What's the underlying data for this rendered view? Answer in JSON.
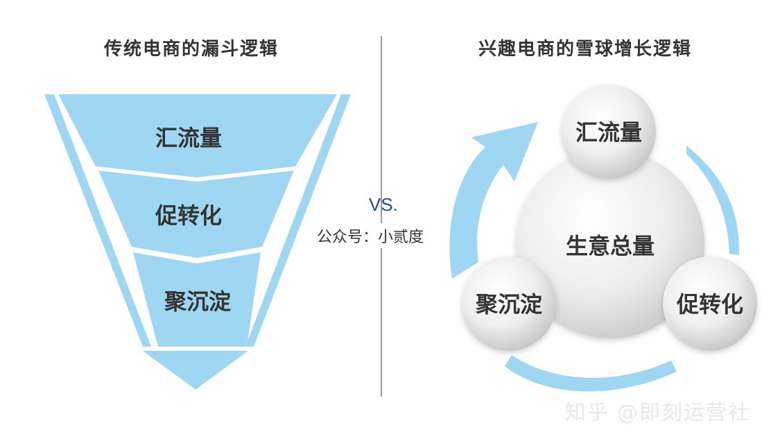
{
  "left": {
    "title": "传统电商的漏斗逻辑",
    "stages": [
      "汇流量",
      "促转化",
      "聚沉淀"
    ]
  },
  "center": {
    "vs": "VS.",
    "source": "公众号：小贰度"
  },
  "right": {
    "title": "兴趣电商的雪球增长逻辑",
    "center_label": "生意总量",
    "nodes": [
      "汇流量",
      "促转化",
      "聚沉淀"
    ]
  },
  "watermark": "知乎 @即刻运营社",
  "colors": {
    "light_blue": "#9fd6f2",
    "title": "#333333",
    "vs": "#1f4e8c",
    "divider": "#9a9a9a"
  }
}
